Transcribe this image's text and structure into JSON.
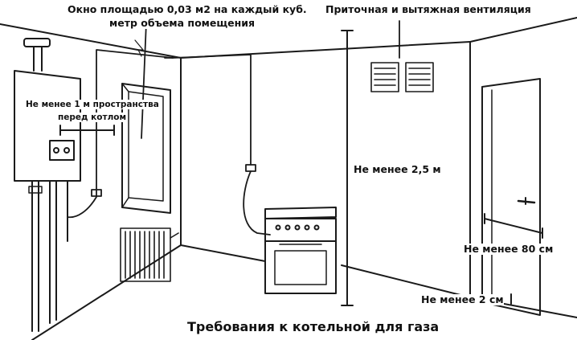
{
  "labels": {
    "window_area_line1": "Окно площадью 0,03 м2 на каждый куб.",
    "window_area_line2": "метр объема помещения",
    "ventilation": "Приточная и вытяжная вентиляция",
    "boiler_space_line1": "Не менее 1 м пространства",
    "boiler_space_line2": "перед котлом",
    "ceiling_height": "Не менее 2,5 м",
    "door_width": "Не менее 80 см",
    "door_gap": "Не менее 2 см",
    "caption": "Требования к котельной для газа"
  },
  "colors": {
    "line": "#1a1a1a",
    "background": "#ffffff"
  }
}
